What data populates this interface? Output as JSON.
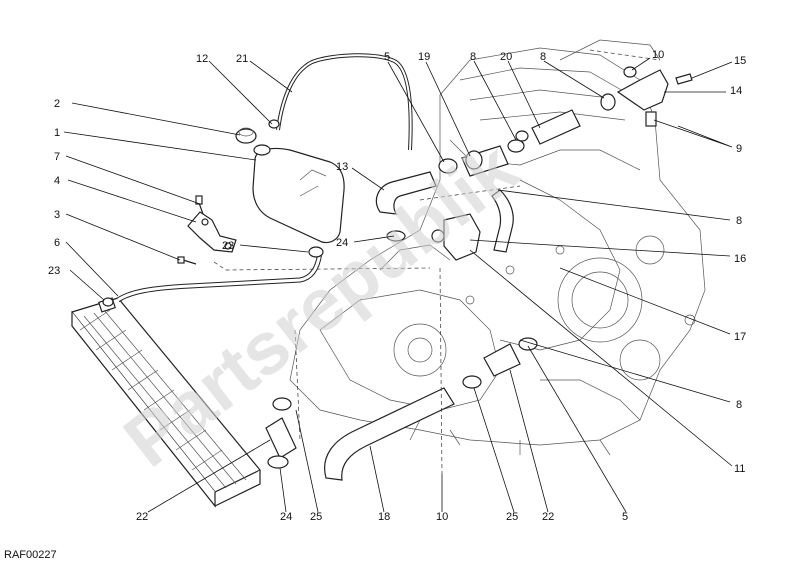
{
  "watermark": "Partsrepublik",
  "reference_code": "RAF00227",
  "callouts": [
    "2",
    "1",
    "7",
    "4",
    "3",
    "6",
    "23",
    "12",
    "21",
    "23",
    "24",
    "13",
    "5",
    "19",
    "8",
    "20",
    "8",
    "10",
    "15",
    "14",
    "9",
    "8",
    "16",
    "17",
    "8",
    "11",
    "22",
    "24",
    "25",
    "18",
    "10",
    "25",
    "22",
    "5"
  ]
}
